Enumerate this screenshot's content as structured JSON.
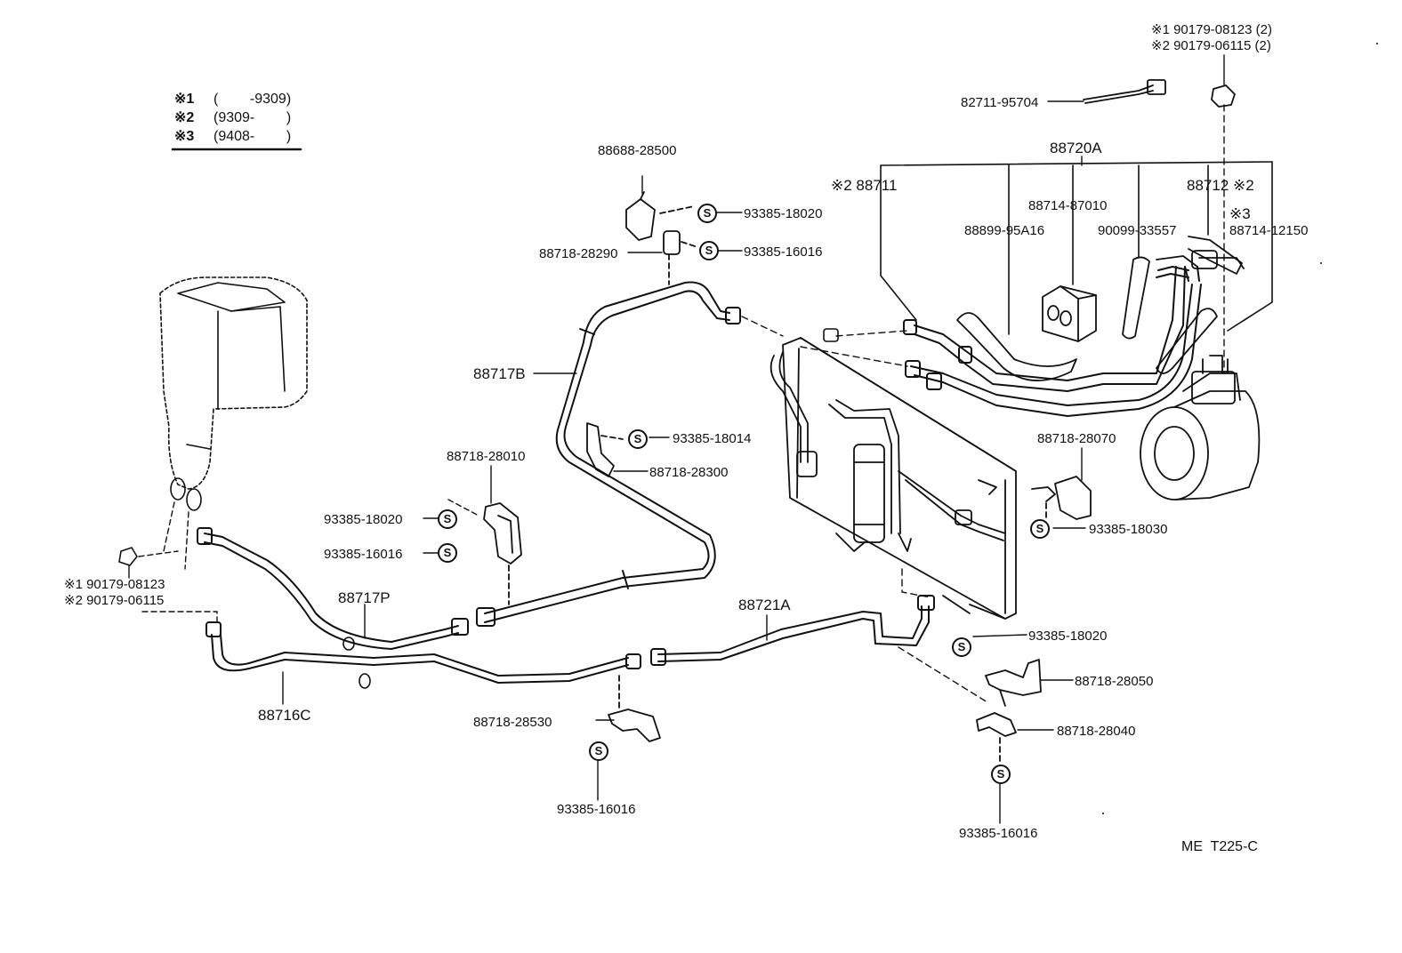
{
  "legend": [
    {
      "mark": "※1",
      "range": "(        -9309)"
    },
    {
      "mark": "※2",
      "range": "(9309-        )"
    },
    {
      "mark": "※3",
      "range": "(9408-        )"
    }
  ],
  "labels": {
    "p1a": "※1 90179-08123 (2)",
    "p1b": "※2 90179-06115 (2)",
    "p2": "82711-95704",
    "p3": "88720A",
    "p4": "※2 88711",
    "p5": "88712 ※2",
    "p6": "88714-87010",
    "p7": "88899-95A16",
    "p8": "90099-33557",
    "p9": "※3",
    "p10": "88714-12150",
    "p11": "88688-28500",
    "p12": "93385-18020",
    "p13": "88718-28290",
    "p14": "93385-16016",
    "p15": "88717B",
    "p16": "93385-18014",
    "p17": "88718-28300",
    "p18": "88718-28010",
    "p19": "93385-18020",
    "p20": "93385-16016",
    "p21": "88718-28070",
    "p22": "93385-18030",
    "p23a": "※1 90179-08123",
    "p23b": "※2 90179-06115",
    "p24": "88717P",
    "p25": "88721A",
    "p26": "93385-18020",
    "p27": "88718-28050",
    "p28": "88718-28040",
    "p29": "88716C",
    "p30": "88718-28530",
    "p31": "93385-16016",
    "p32": "93385-16016"
  },
  "s_mark": "S",
  "drawing_code": "ME  T225-C"
}
